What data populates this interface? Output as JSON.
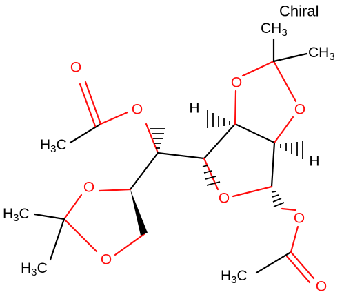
{
  "chirality_label": "Chiral",
  "colors": {
    "oxygen": "#ff0d0d",
    "carbon": "#000000",
    "background": "#ffffff"
  },
  "atoms": {
    "o_acetyl_left_carbonyl": "O",
    "o_acetyl_left_ester": "O",
    "o_dioxolane_top_1": "O",
    "o_dioxolane_top_2": "O",
    "o_dioxolane_left_1": "O",
    "o_dioxolane_left_2": "O",
    "o_furanose_ring": "O",
    "o_acetyl_bottom_ester": "O",
    "o_acetyl_bottom_carbonyl": "O",
    "h_upper_left": "H",
    "h_upper_right": "H"
  },
  "methyl_groups": {
    "ch3_top_1": {
      "main": "CH",
      "sub": "3"
    },
    "ch3_top_2": {
      "main": "CH",
      "sub": "3"
    },
    "h3c_acetyl_left": {
      "main": "H",
      "sub": "3",
      "tail": "C"
    },
    "h3c_dioxolane_1": {
      "main": "H",
      "sub": "3",
      "tail": "C"
    },
    "h3c_dioxolane_2": {
      "main": "H",
      "sub": "3",
      "tail": "C"
    },
    "h3c_acetyl_bottom": {
      "main": "H",
      "sub": "3",
      "tail": "C"
    }
  }
}
